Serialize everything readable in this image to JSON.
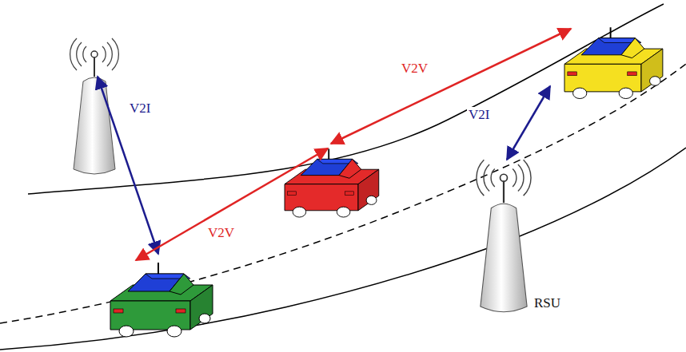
{
  "diagram": {
    "labels": [
      "V2I",
      "V2V",
      "V2V",
      "V2I",
      "RSU"
    ]
  }
}
